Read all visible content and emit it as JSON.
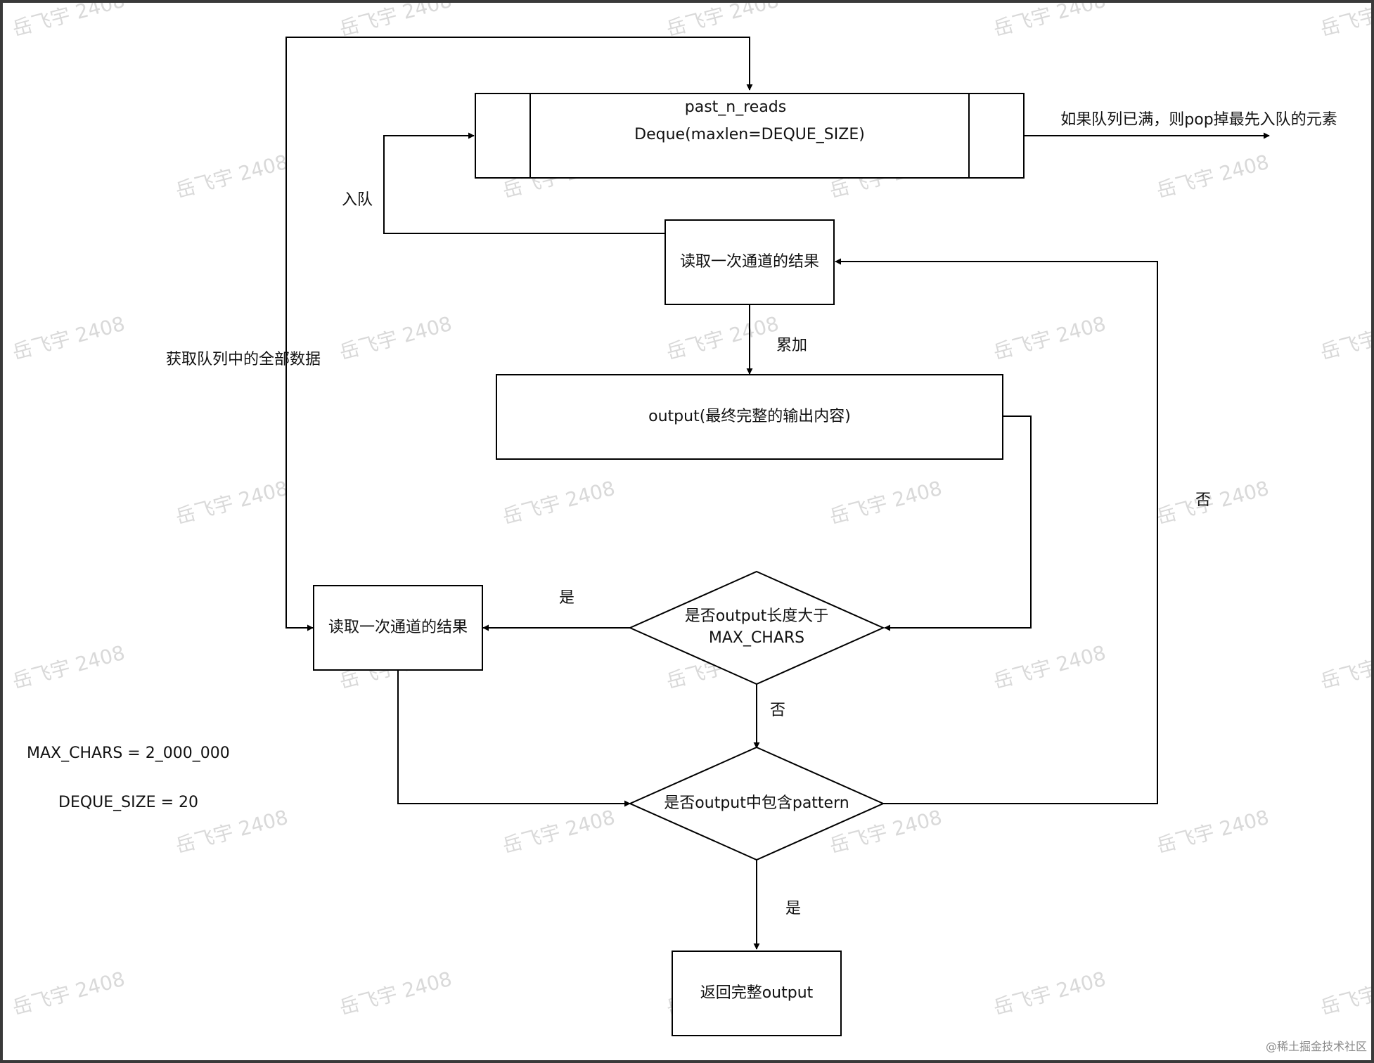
{
  "nodes": {
    "deque": {
      "title": "past_n_reads",
      "subtitle": "Deque(maxlen=DEQUE_SIZE)"
    },
    "read_top": "读取一次通道的结果",
    "output": "output(最终完整的输出内容)",
    "read_left": "读取一次通道的结果",
    "decision_length": [
      "是否output长度大于",
      "MAX_CHARS"
    ],
    "decision_pattern": "是否output中包含pattern",
    "return_output": "返回完整output"
  },
  "edge_labels": {
    "enqueue": "入队",
    "pop_when_full": "如果队列已满，则pop掉最先入队的元素",
    "accumulate": "累加",
    "get_all_data": "获取队列中的全部数据",
    "yes_left": "是",
    "no_down": "否",
    "no_right": "否",
    "yes_down": "是"
  },
  "constants": {
    "max_chars": "MAX_CHARS = 2_000_000",
    "deque_size": "DEQUE_SIZE = 20"
  },
  "watermark": "岳飞宇 2408",
  "footer_credit": "@稀土掘金技术社区",
  "colors": {
    "background": "#ffffff",
    "stroke": "#000000",
    "text": "#111111",
    "watermark": "#d9d9d9",
    "frame": "#3a3a3a"
  }
}
